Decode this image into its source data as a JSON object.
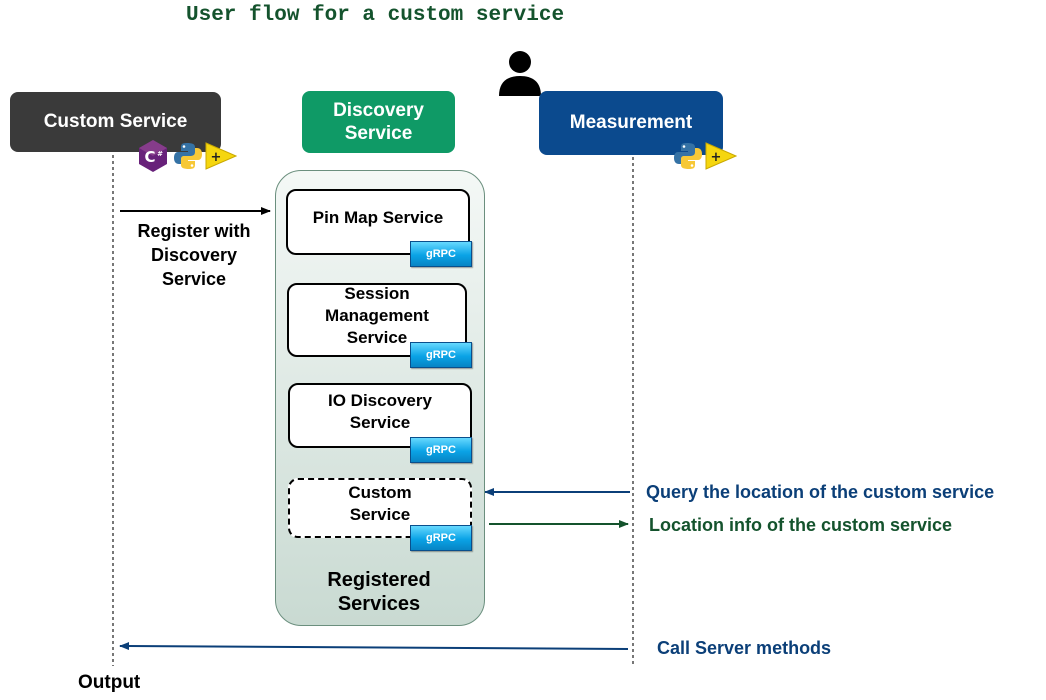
{
  "title": "User flow for a custom service",
  "lanes": {
    "custom_service": "Custom Service",
    "discovery_service": "Discovery Service",
    "measurement": "Measurement"
  },
  "registered_services": {
    "label": "Registered Services",
    "items": [
      {
        "name": "Pin Map Service",
        "badge": "gRPC"
      },
      {
        "name": "Session Management Service",
        "badge": "gRPC"
      },
      {
        "name": "IO Discovery Service",
        "badge": "gRPC"
      },
      {
        "name": "Custom Service",
        "badge": "gRPC"
      }
    ]
  },
  "flows": {
    "register": "Register with Discovery Service",
    "query": "Query the location of the custom service",
    "location": "Location info of the custom service",
    "call": "Call Server methods"
  },
  "output": "Output",
  "icons": {
    "user": "user-icon",
    "csharp": "csharp-icon",
    "python": "python-icon",
    "labview": "labview-icon"
  },
  "colors": {
    "custom_service": "#3a3a3a",
    "discovery_service": "#0f9a66",
    "measurement": "#0b4a8e",
    "query_arrow": "#0b3f78",
    "location_arrow": "#14532d",
    "grpc_badge": "#0aa3e6"
  }
}
